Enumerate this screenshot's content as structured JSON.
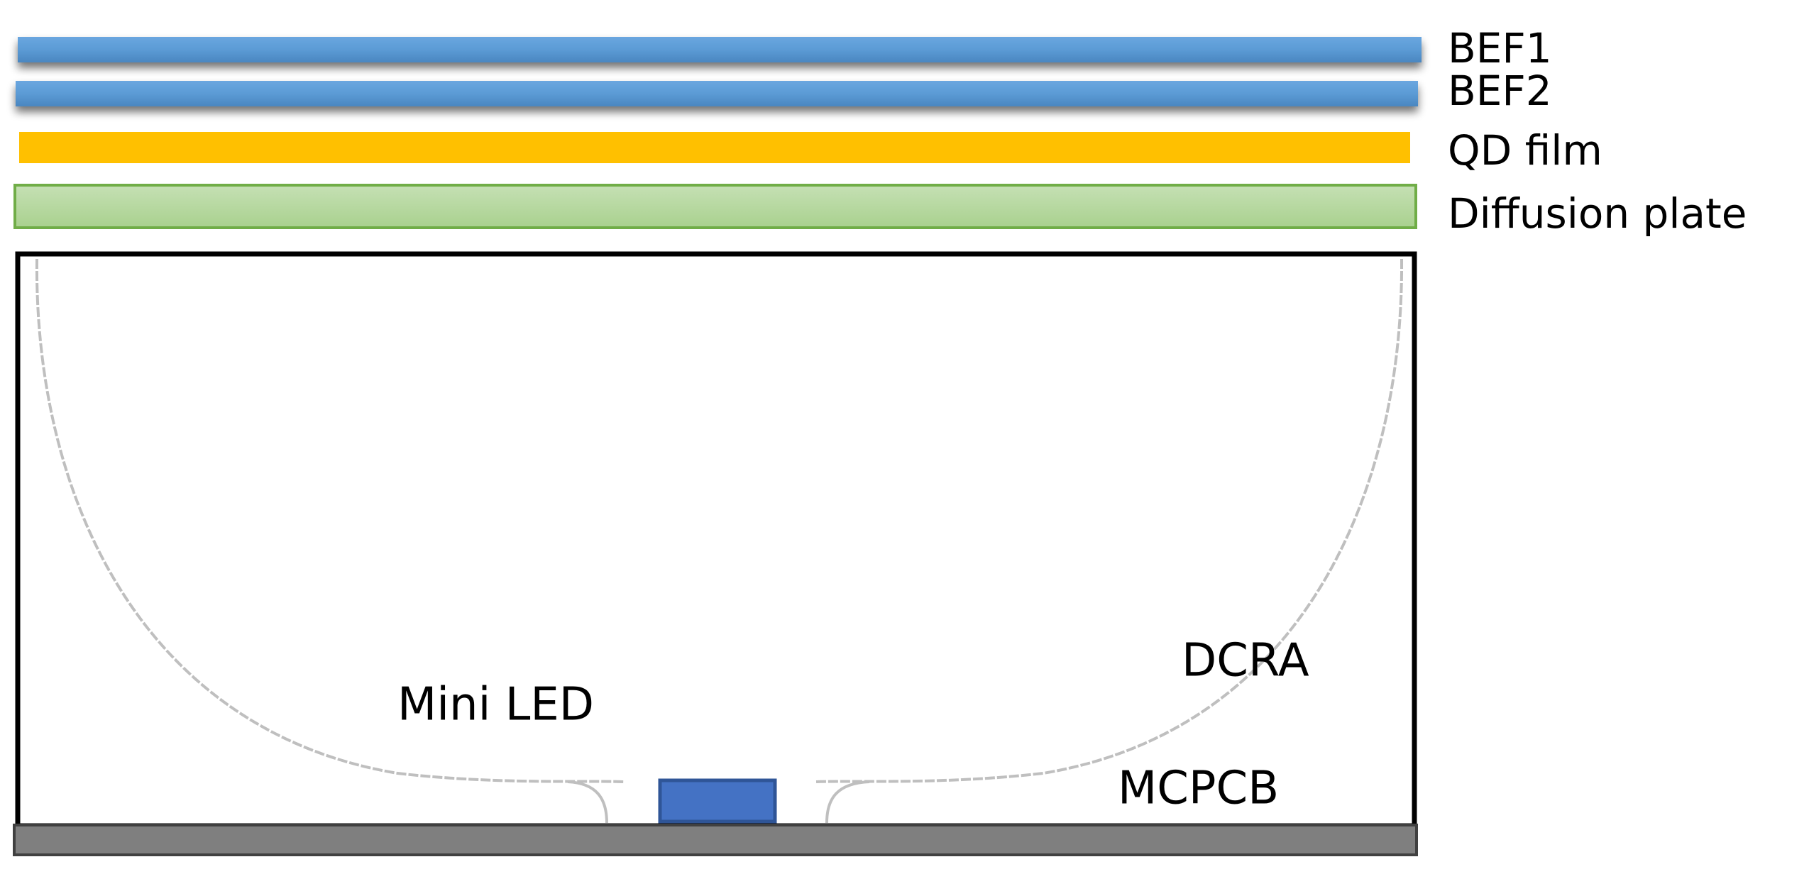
{
  "layers": {
    "bef1": {
      "label": "BEF1",
      "color": "#5b9bd5"
    },
    "bef2": {
      "label": "BEF2",
      "color": "#5b9bd5"
    },
    "qd_film": {
      "label": "QD film",
      "color": "#ffc000"
    },
    "diffusion_plate": {
      "label": "Diffusion plate",
      "fill": "#a9d18e",
      "stroke": "#70ad47"
    }
  },
  "cavity": {
    "dcra_label": "DCRA",
    "mini_led_label": "Mini LED",
    "mcpcb_label": "MCPCB",
    "led_color": "#4472c4",
    "led_stroke": "#2f5597",
    "pcb_color": "#7f7f7f",
    "reflector_color": "#bfbfbf"
  }
}
